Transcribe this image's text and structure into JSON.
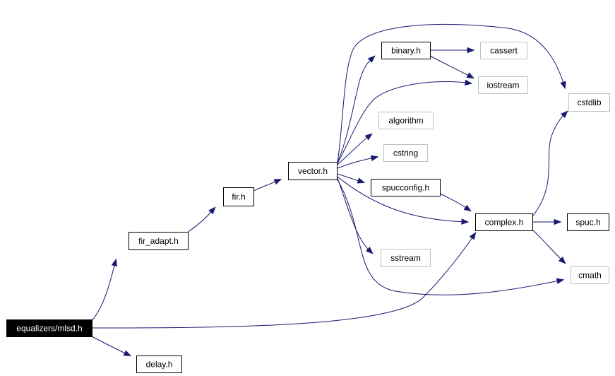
{
  "graph": {
    "colors": {
      "edge": "#191970",
      "node_border": "#000000",
      "external_node_border": "#bfbfbf",
      "root_fill": "#000000",
      "root_text": "#ffffff",
      "node_fill": "#ffffff",
      "node_text": "#000000"
    },
    "nodes": [
      {
        "id": "mlsd",
        "label": "equalizers/mlsd.h",
        "kind": "root"
      },
      {
        "id": "fir_adapt",
        "label": "fir_adapt.h",
        "kind": "internal"
      },
      {
        "id": "delay",
        "label": "delay.h",
        "kind": "internal"
      },
      {
        "id": "fir",
        "label": "fir.h",
        "kind": "internal"
      },
      {
        "id": "vector",
        "label": "vector.h",
        "kind": "internal"
      },
      {
        "id": "binary",
        "label": "binary.h",
        "kind": "internal"
      },
      {
        "id": "algorithm",
        "label": "algorithm",
        "kind": "external"
      },
      {
        "id": "cstring",
        "label": "cstring",
        "kind": "external"
      },
      {
        "id": "spucconfig",
        "label": "spucconfig.h",
        "kind": "internal"
      },
      {
        "id": "sstream",
        "label": "sstream",
        "kind": "external"
      },
      {
        "id": "cassert",
        "label": "cassert",
        "kind": "external"
      },
      {
        "id": "iostream",
        "label": "iostream",
        "kind": "external"
      },
      {
        "id": "complex",
        "label": "complex.h",
        "kind": "internal"
      },
      {
        "id": "cstdlib",
        "label": "cstdlib",
        "kind": "external"
      },
      {
        "id": "spuc",
        "label": "spuc.h",
        "kind": "internal"
      },
      {
        "id": "cmath",
        "label": "cmath",
        "kind": "external"
      }
    ],
    "edges": [
      {
        "from": "mlsd",
        "to": "fir_adapt"
      },
      {
        "from": "mlsd",
        "to": "delay"
      },
      {
        "from": "mlsd",
        "to": "complex"
      },
      {
        "from": "fir_adapt",
        "to": "fir"
      },
      {
        "from": "fir",
        "to": "vector"
      },
      {
        "from": "vector",
        "to": "binary"
      },
      {
        "from": "vector",
        "to": "iostream"
      },
      {
        "from": "vector",
        "to": "algorithm"
      },
      {
        "from": "vector",
        "to": "cstring"
      },
      {
        "from": "vector",
        "to": "spucconfig"
      },
      {
        "from": "vector",
        "to": "complex"
      },
      {
        "from": "vector",
        "to": "sstream"
      },
      {
        "from": "vector",
        "to": "cmath"
      },
      {
        "from": "vector",
        "to": "cstdlib"
      },
      {
        "from": "binary",
        "to": "cassert"
      },
      {
        "from": "binary",
        "to": "iostream"
      },
      {
        "from": "spucconfig",
        "to": "complex"
      },
      {
        "from": "complex",
        "to": "cstdlib"
      },
      {
        "from": "complex",
        "to": "spuc"
      },
      {
        "from": "complex",
        "to": "cmath"
      }
    ]
  }
}
